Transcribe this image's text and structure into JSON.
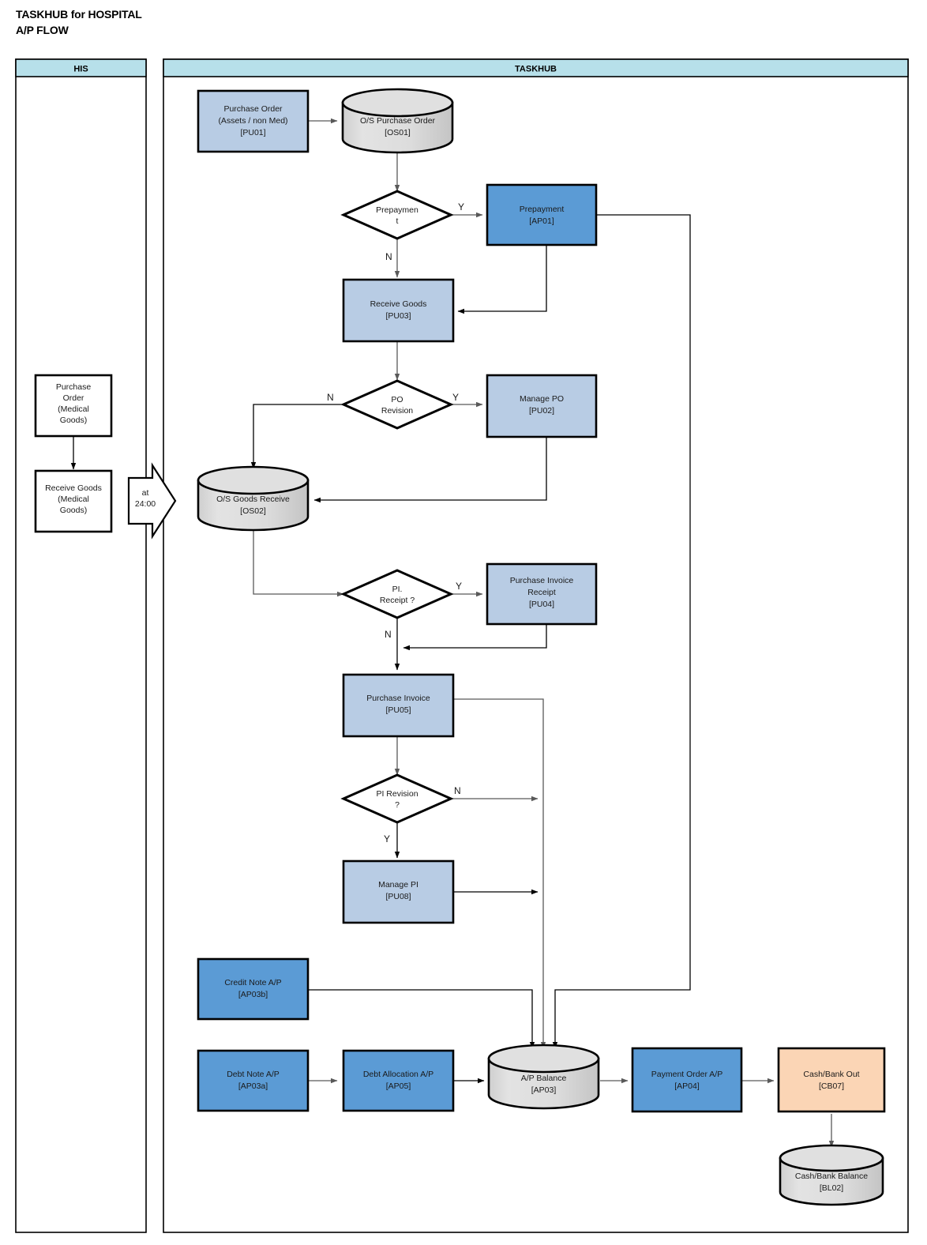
{
  "title": {
    "line1": "TASKHUB for HOSPITAL",
    "line2": "A/P FLOW"
  },
  "colors": {
    "lane_header": "#B7E0EA",
    "process_light": "#B8CCE4",
    "process_dark": "#5B9BD5",
    "store_gray": "#D9D9D9",
    "cash_peach": "#FBD5B5",
    "border": "#000000",
    "connector": "#595959"
  },
  "lanes": [
    {
      "id": "his",
      "label": "HIS"
    },
    {
      "id": "taskhub",
      "label": "TASKHUB"
    }
  ],
  "his_nodes": [
    {
      "id": "po-medical",
      "shape": "box",
      "lines": [
        "Purchase",
        "Order",
        "(Medical",
        "Goods)"
      ]
    },
    {
      "id": "rg-medical",
      "shape": "box",
      "lines": [
        "Receive Goods",
        "(Medical",
        "Goods)"
      ]
    }
  ],
  "transfer_arrow": {
    "id": "at-2400",
    "lines": [
      "at",
      "24:00"
    ]
  },
  "taskhub_nodes": [
    {
      "id": "pu01",
      "shape": "process",
      "fill": "process_light",
      "lines": [
        "Purchase Order",
        "(Assets / non Med)",
        "[PU01]"
      ]
    },
    {
      "id": "os01",
      "shape": "store",
      "fill": "store_gray",
      "lines": [
        "O/S Purchase Order",
        "[OS01]"
      ]
    },
    {
      "id": "d-prepayment",
      "shape": "decision",
      "lines": [
        "Prepaymen",
        "t"
      ]
    },
    {
      "id": "ap01",
      "shape": "process",
      "fill": "process_dark",
      "lines": [
        "Prepayment",
        "[AP01]"
      ]
    },
    {
      "id": "pu03",
      "shape": "process",
      "fill": "process_light",
      "lines": [
        "Receive Goods",
        "[PU03]"
      ]
    },
    {
      "id": "d-po-revision",
      "shape": "decision",
      "lines": [
        "PO",
        "Revision"
      ]
    },
    {
      "id": "pu02",
      "shape": "process",
      "fill": "process_light",
      "lines": [
        "Manage PO",
        "[PU02]"
      ]
    },
    {
      "id": "os02",
      "shape": "store",
      "fill": "store_gray",
      "lines": [
        "O/S Goods Receive",
        "[OS02]"
      ]
    },
    {
      "id": "d-pi-receipt",
      "shape": "decision",
      "lines": [
        "PI.",
        "Receipt ?"
      ]
    },
    {
      "id": "pu04",
      "shape": "process",
      "fill": "process_light",
      "lines": [
        "Purchase Invoice",
        "Receipt",
        "[PU04]"
      ]
    },
    {
      "id": "pu05",
      "shape": "process",
      "fill": "process_light",
      "lines": [
        "Purchase Invoice",
        "[PU05]"
      ]
    },
    {
      "id": "d-pi-revision",
      "shape": "decision",
      "lines": [
        "PI Revision",
        "?"
      ]
    },
    {
      "id": "pu08",
      "shape": "process",
      "fill": "process_light",
      "lines": [
        "Manage PI",
        "[PU08]"
      ]
    },
    {
      "id": "ap03b",
      "shape": "process",
      "fill": "process_dark",
      "lines": [
        "Credit Note A/P",
        "[AP03b]"
      ]
    },
    {
      "id": "ap03a",
      "shape": "process",
      "fill": "process_dark",
      "lines": [
        "Debt Note A/P",
        "[AP03a]"
      ]
    },
    {
      "id": "ap05",
      "shape": "process",
      "fill": "process_dark",
      "lines": [
        "Debt Allocation A/P",
        "[AP05]"
      ]
    },
    {
      "id": "ap03",
      "shape": "store",
      "fill": "store_gray",
      "lines": [
        "A/P Balance",
        "[AP03]"
      ]
    },
    {
      "id": "ap04",
      "shape": "process",
      "fill": "process_dark",
      "lines": [
        "Payment Order A/P",
        "[AP04]"
      ]
    },
    {
      "id": "cb07",
      "shape": "process",
      "fill": "cash_peach",
      "lines": [
        "Cash/Bank Out",
        "[CB07]"
      ]
    },
    {
      "id": "bl02",
      "shape": "store",
      "fill": "store_gray",
      "lines": [
        "Cash/Bank Balance",
        "[BL02]"
      ]
    }
  ],
  "branch_labels": {
    "prepayment_yes": "Y",
    "prepayment_no": "N",
    "po_revision_yes": "Y",
    "po_revision_no": "N",
    "pi_receipt_yes": "Y",
    "pi_receipt_no": "N",
    "pi_revision_yes": "Y",
    "pi_revision_no": "N"
  }
}
